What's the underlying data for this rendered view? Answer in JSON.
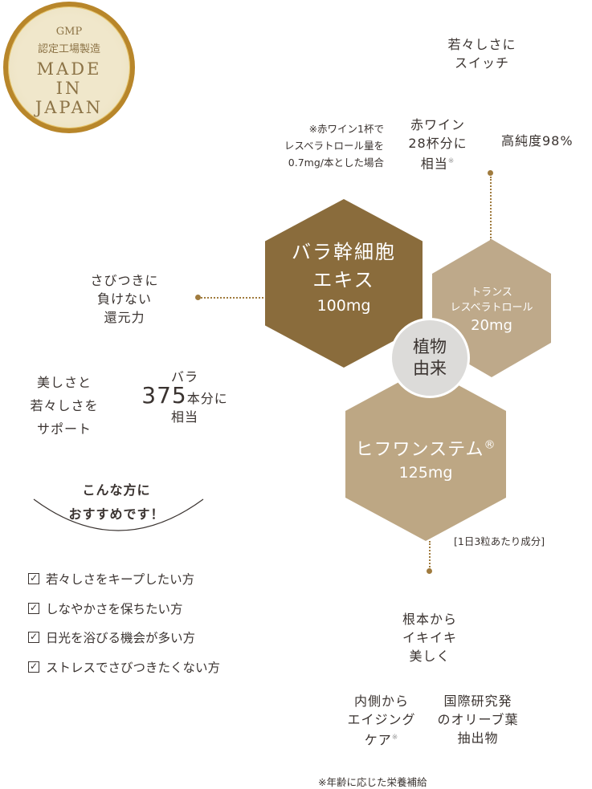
{
  "badge": {
    "line1": "GMP",
    "line2": "認定工場製造",
    "line3": "MADE",
    "line4": "IN",
    "line5": "JAPAN"
  },
  "features": {
    "switch": [
      "若々しさに",
      "スイッチ"
    ],
    "wine": [
      "赤ワイン",
      "28杯分に",
      "相当"
    ],
    "wine_mark": "※",
    "wine_note": [
      "※赤ワイン1杯で",
      "レスベラトロール量を",
      "0.7mg/本とした場合"
    ],
    "purity": "高純度98%",
    "antirust": [
      "さびつきに",
      "負けない",
      "還元力"
    ],
    "support": [
      "美しさと",
      "若々しさを",
      "サポート"
    ],
    "rose_count": {
      "pre": "バラ",
      "num": "375",
      "post": "本分に",
      "last": "相当"
    },
    "roots": [
      "根本から",
      "イキイキ",
      "美しく"
    ],
    "inner": [
      "内側から",
      "エイジング",
      "ケア"
    ],
    "inner_mark": "※",
    "olive": [
      "国際研究発",
      "のオリーブ葉",
      "抽出物"
    ]
  },
  "hexes": {
    "rose": {
      "name1": "バラ幹細胞",
      "name2": "エキス",
      "amount": "100mg"
    },
    "trans": {
      "name1": "トランス",
      "name2": "レスベラトロール",
      "amount": "20mg"
    },
    "hifu": {
      "name": "ヒフワンステム",
      "reg": "®",
      "amount": "125mg"
    },
    "plant": [
      "植物",
      "由来"
    ]
  },
  "per_day": "[1日3粒あたり成分]",
  "recommend": {
    "title1": "こんな方に",
    "title2": "おすすめです！",
    "items": [
      "若々しさをキープしたい方",
      "しなやかさを保ちたい方",
      "日光を浴びる機会が多い方",
      "ストレスでさびつきたくない方"
    ]
  },
  "footnote": "※年齢に応じた栄養補給",
  "colors": {
    "dark": "#8a6c3c",
    "light": "#bea98a",
    "gold": "#b8862a"
  }
}
